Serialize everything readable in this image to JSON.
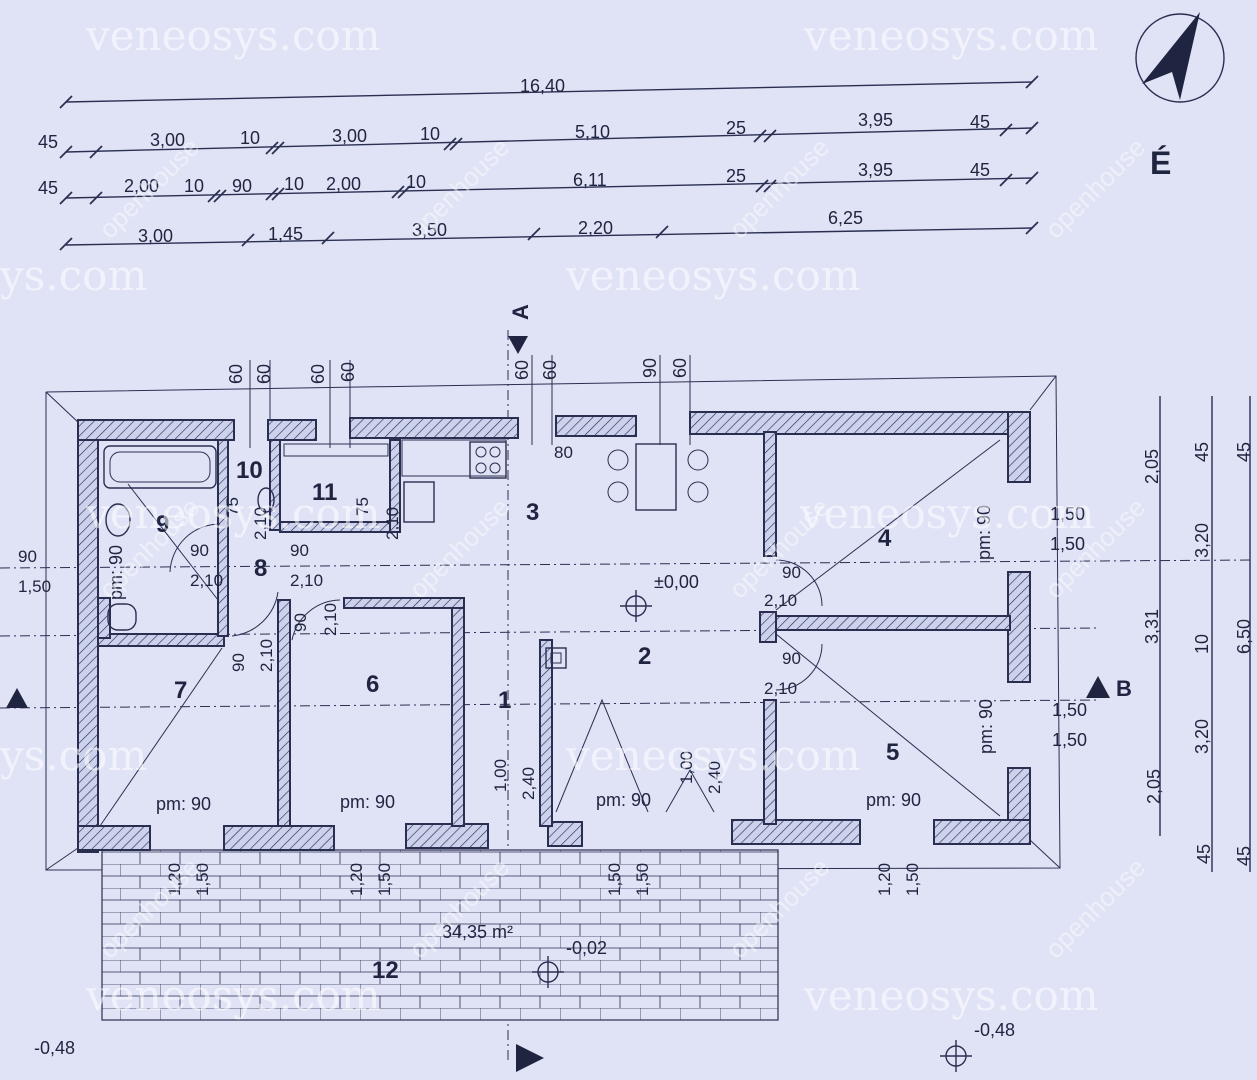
{
  "watermarks": [
    "veneosys.com",
    "veneosys.com",
    "ys.com",
    "veneosys.com",
    "ys.com",
    "veneosys.com",
    "veneosys.com",
    "veneosys.com"
  ],
  "brand": "openhouse",
  "north_label": "É",
  "dims_top": {
    "row1": [
      "16,40"
    ],
    "row2": [
      "45",
      "3,00",
      "10",
      "3,00",
      "10",
      "5,10",
      "25",
      "3,95",
      "45"
    ],
    "row3": [
      "45",
      "2,00",
      "10",
      "90",
      "10",
      "2,00",
      "10",
      "6,11",
      "25",
      "3,95",
      "45"
    ],
    "row4": [
      "3,00",
      "1,45",
      "3,50",
      "2,20",
      "6,25"
    ]
  },
  "dims_windows": [
    "60",
    "60",
    "60",
    "60",
    "60",
    "60",
    "90",
    "60"
  ],
  "dims_right": {
    "inner": [
      "2,05",
      "1,50",
      "1,50",
      "3,31",
      "1,50",
      "1,50",
      "2,05"
    ],
    "outer": [
      "45",
      "3,20",
      "10",
      "3,20",
      "45"
    ],
    "total": [
      "45",
      "6,50",
      "45"
    ]
  },
  "rooms": [
    "1",
    "2",
    "3",
    "4",
    "5",
    "6",
    "7",
    "8",
    "9",
    "10",
    "11",
    "12"
  ],
  "notes": {
    "pm90": "pm: 90",
    "level_zero": "±0,00",
    "level_terrace": "-0,02",
    "level_ground": "-0,48",
    "area": "34,35 m²",
    "section_a": "A",
    "section_b": "B",
    "d80": "80",
    "d90": "90",
    "d210": "2,10",
    "d75": "75",
    "d100": "1,00",
    "d240": "2,40",
    "d120": "1,20",
    "d150": "1,50"
  },
  "colors": {
    "paper": "#dfe3f5",
    "ink": "#1f2440",
    "hatch": "#2a2f52"
  }
}
